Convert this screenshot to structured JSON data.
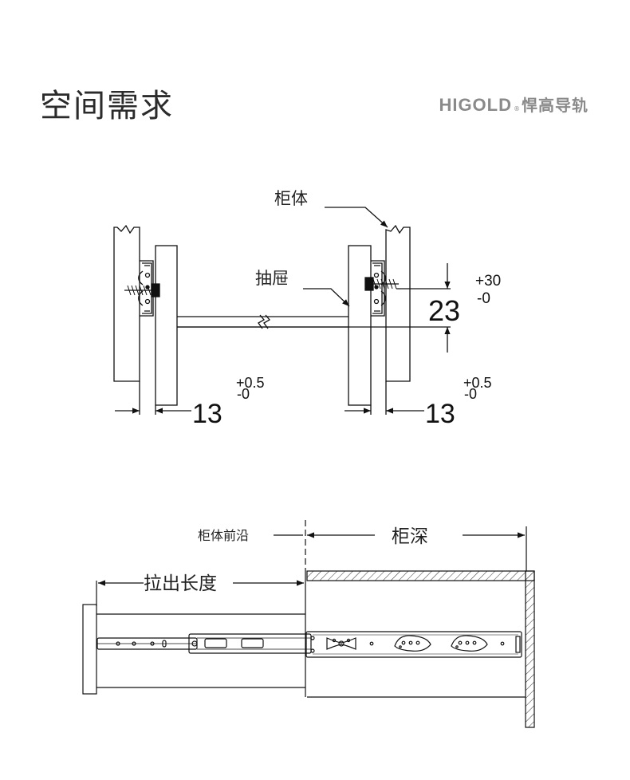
{
  "header": {
    "title": "空间需求",
    "brand_name": "HIGOLD",
    "brand_reg": "®",
    "brand_cn": "悍高导轨"
  },
  "cross_section": {
    "cabinet_label": "柜体",
    "drawer_label": "抽屉",
    "height_dim": "23",
    "height_tol_plus": "+30",
    "height_tol_minus": "-0",
    "left_gap_dim": "13",
    "left_gap_tol_plus": "+0.5",
    "left_gap_tol_minus": "-0",
    "right_gap_dim": "13",
    "right_gap_tol_plus": "+0.5",
    "right_gap_tol_minus": "-0"
  },
  "side_view": {
    "front_edge_label": "柜体前沿",
    "depth_label": "柜深",
    "extension_label": "拉出长度"
  }
}
